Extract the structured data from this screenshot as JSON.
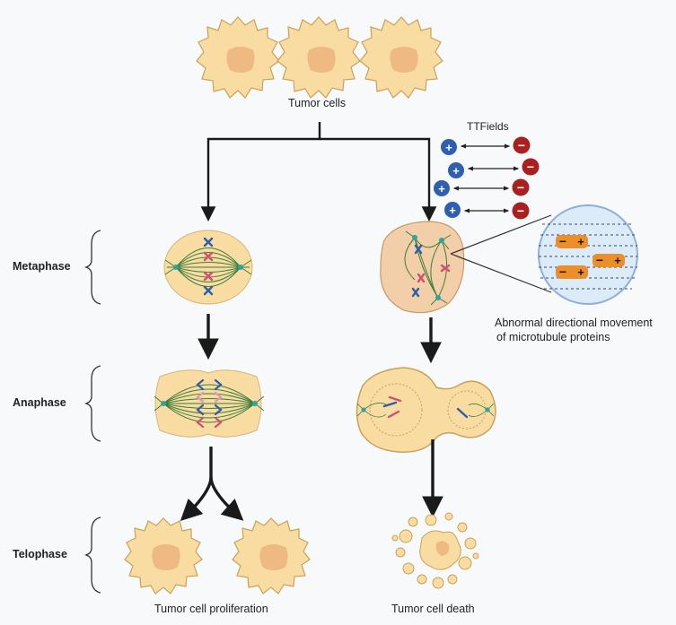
{
  "labels": {
    "tumor_cells": "Tumor cells",
    "ttfields": "TTFields",
    "abnormal_line1": "Abnormal directional movement",
    "abnormal_line2": "of microtubule proteins",
    "proliferation": "Tumor cell proliferation",
    "death": "Tumor cell death"
  },
  "phases": [
    {
      "name": "Metaphase"
    },
    {
      "name": "Anaphase"
    },
    {
      "name": "Telophase"
    }
  ],
  "charges": {
    "positive": "+",
    "negative": "−"
  },
  "colors": {
    "cell_fill": "#f8dca2",
    "cell_stroke": "#c9a25a",
    "nucleus": "#efb983",
    "positive": "#2f5fb0",
    "negative": "#a82020",
    "spindle": "#3f7d3c",
    "dipole": "#ec8f2a",
    "inset_fill": "#dcebf8",
    "inset_stroke": "#8fb0d8",
    "arrow": "#1a1a1a"
  }
}
